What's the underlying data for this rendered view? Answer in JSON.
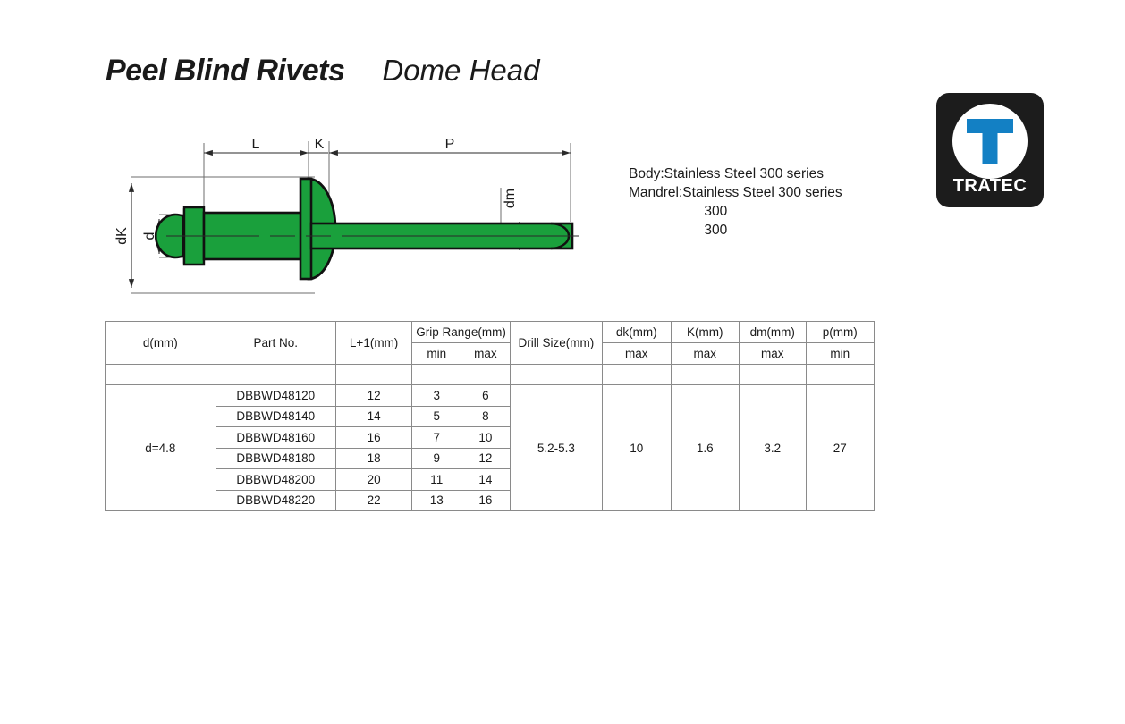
{
  "title": {
    "main": "Peel Blind Rivets",
    "sub": "Dome Head"
  },
  "logo": {
    "letter": "T",
    "wordmark": "TRATEC",
    "background_color": "#1c1c1c",
    "accent_color": "#1380c4"
  },
  "spec": {
    "body": "Body:Stainless Steel 300 series",
    "mandrel": "Mandrel:Stainless Steel 300 series",
    "value1": "300",
    "value2": "300"
  },
  "drawing": {
    "part_color": "#1aa03c",
    "dimensions": {
      "length": "L",
      "head_height": "K",
      "mandrel_length": "P",
      "head_diameter": "dK",
      "body_diameter": "d",
      "mandrel_diameter": "dm"
    }
  },
  "table": {
    "headers": {
      "d": "d(mm)",
      "part_no": "Part No.",
      "l_plus_1": "L+1(mm)",
      "grip_range": "Grip Range(mm)",
      "grip_min": "min",
      "grip_max": "max",
      "drill_size": "Drill Size(mm)",
      "dk": "dk(mm)",
      "dk_sub": "max",
      "k": "K(mm)",
      "k_sub": "max",
      "dm": "dm(mm)",
      "dm_sub": "max",
      "p": "p(mm)",
      "p_sub": "min"
    },
    "d_value": "d=4.8",
    "merged": {
      "drill_size": "5.2-5.3",
      "dk": "10",
      "k": "1.6",
      "dm": "3.2",
      "p": "27"
    },
    "rows": [
      {
        "part_no": "DBBWD48120",
        "l_plus_1": "12",
        "grip_min": "3",
        "grip_max": "6"
      },
      {
        "part_no": "DBBWD48140",
        "l_plus_1": "14",
        "grip_min": "5",
        "grip_max": "8"
      },
      {
        "part_no": "DBBWD48160",
        "l_plus_1": "16",
        "grip_min": "7",
        "grip_max": "10"
      },
      {
        "part_no": "DBBWD48180",
        "l_plus_1": "18",
        "grip_min": "9",
        "grip_max": "12"
      },
      {
        "part_no": "DBBWD48200",
        "l_plus_1": "20",
        "grip_min": "11",
        "grip_max": "14"
      },
      {
        "part_no": "DBBWD48220",
        "l_plus_1": "22",
        "grip_min": "13",
        "grip_max": "16"
      }
    ]
  }
}
